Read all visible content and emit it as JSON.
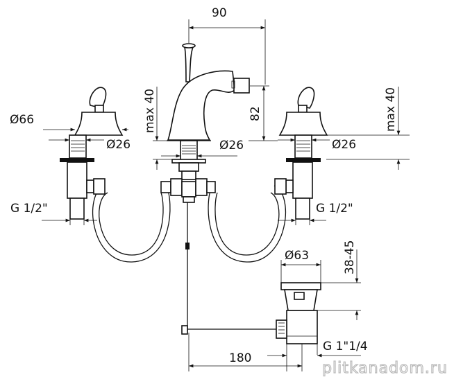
{
  "title": "Bidet faucet 3-hole technical drawing",
  "dimensions": {
    "width_spout": "90",
    "handle_bell_diameter": "Ø66",
    "shank_diameter_left": "Ø26",
    "shank_diameter_center": "Ø26",
    "shank_diameter_right": "Ø26",
    "max_thickness_center": "max 40",
    "max_thickness_right": "max 40",
    "spout_height": "82",
    "inlet_left": "G 1/2\"",
    "inlet_right": "G 1/2\"",
    "drain_diameter": "Ø63",
    "drain_range": "38-45",
    "drain_thread": "G 1\"1/4",
    "rod_length": "180"
  },
  "watermark": "plitkanadom.ru"
}
